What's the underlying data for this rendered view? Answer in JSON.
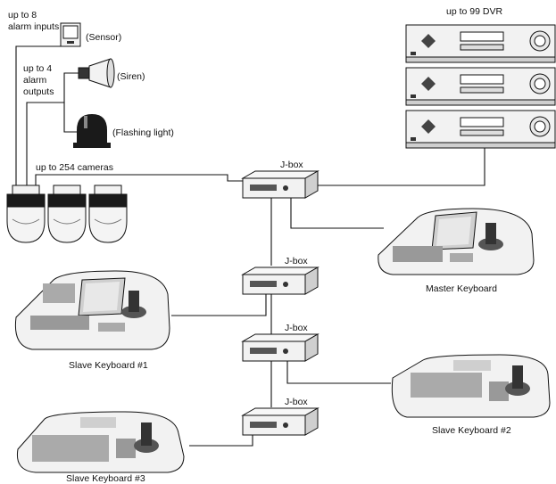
{
  "labels": {
    "alarm_inputs_line1": "up to 8",
    "alarm_inputs_line2": "alarm inputs",
    "sensor": "(Sensor)",
    "alarm_outputs_line1": "up to 4",
    "alarm_outputs_line2": "alarm",
    "alarm_outputs_line3": "outputs",
    "siren": "(Siren)",
    "flashing_light": "(Flashing light)",
    "cameras": "up to 254 cameras",
    "dvr": "up to 99 DVR",
    "jbox_1": "J-box",
    "jbox_2": "J-box",
    "jbox_3": "J-box",
    "jbox_4": "J-box",
    "master_keyboard": "Master Keyboard",
    "slave_keyboard_1": "Slave Keyboard #1",
    "slave_keyboard_2": "Slave Keyboard #2",
    "slave_keyboard_3": "Slave Keyboard #3"
  },
  "colors": {
    "line": "#111111",
    "device_light": "#f2f2f2",
    "device_mid": "#cfcfcf",
    "device_dark": "#1a1a1a",
    "background": "#ffffff"
  }
}
